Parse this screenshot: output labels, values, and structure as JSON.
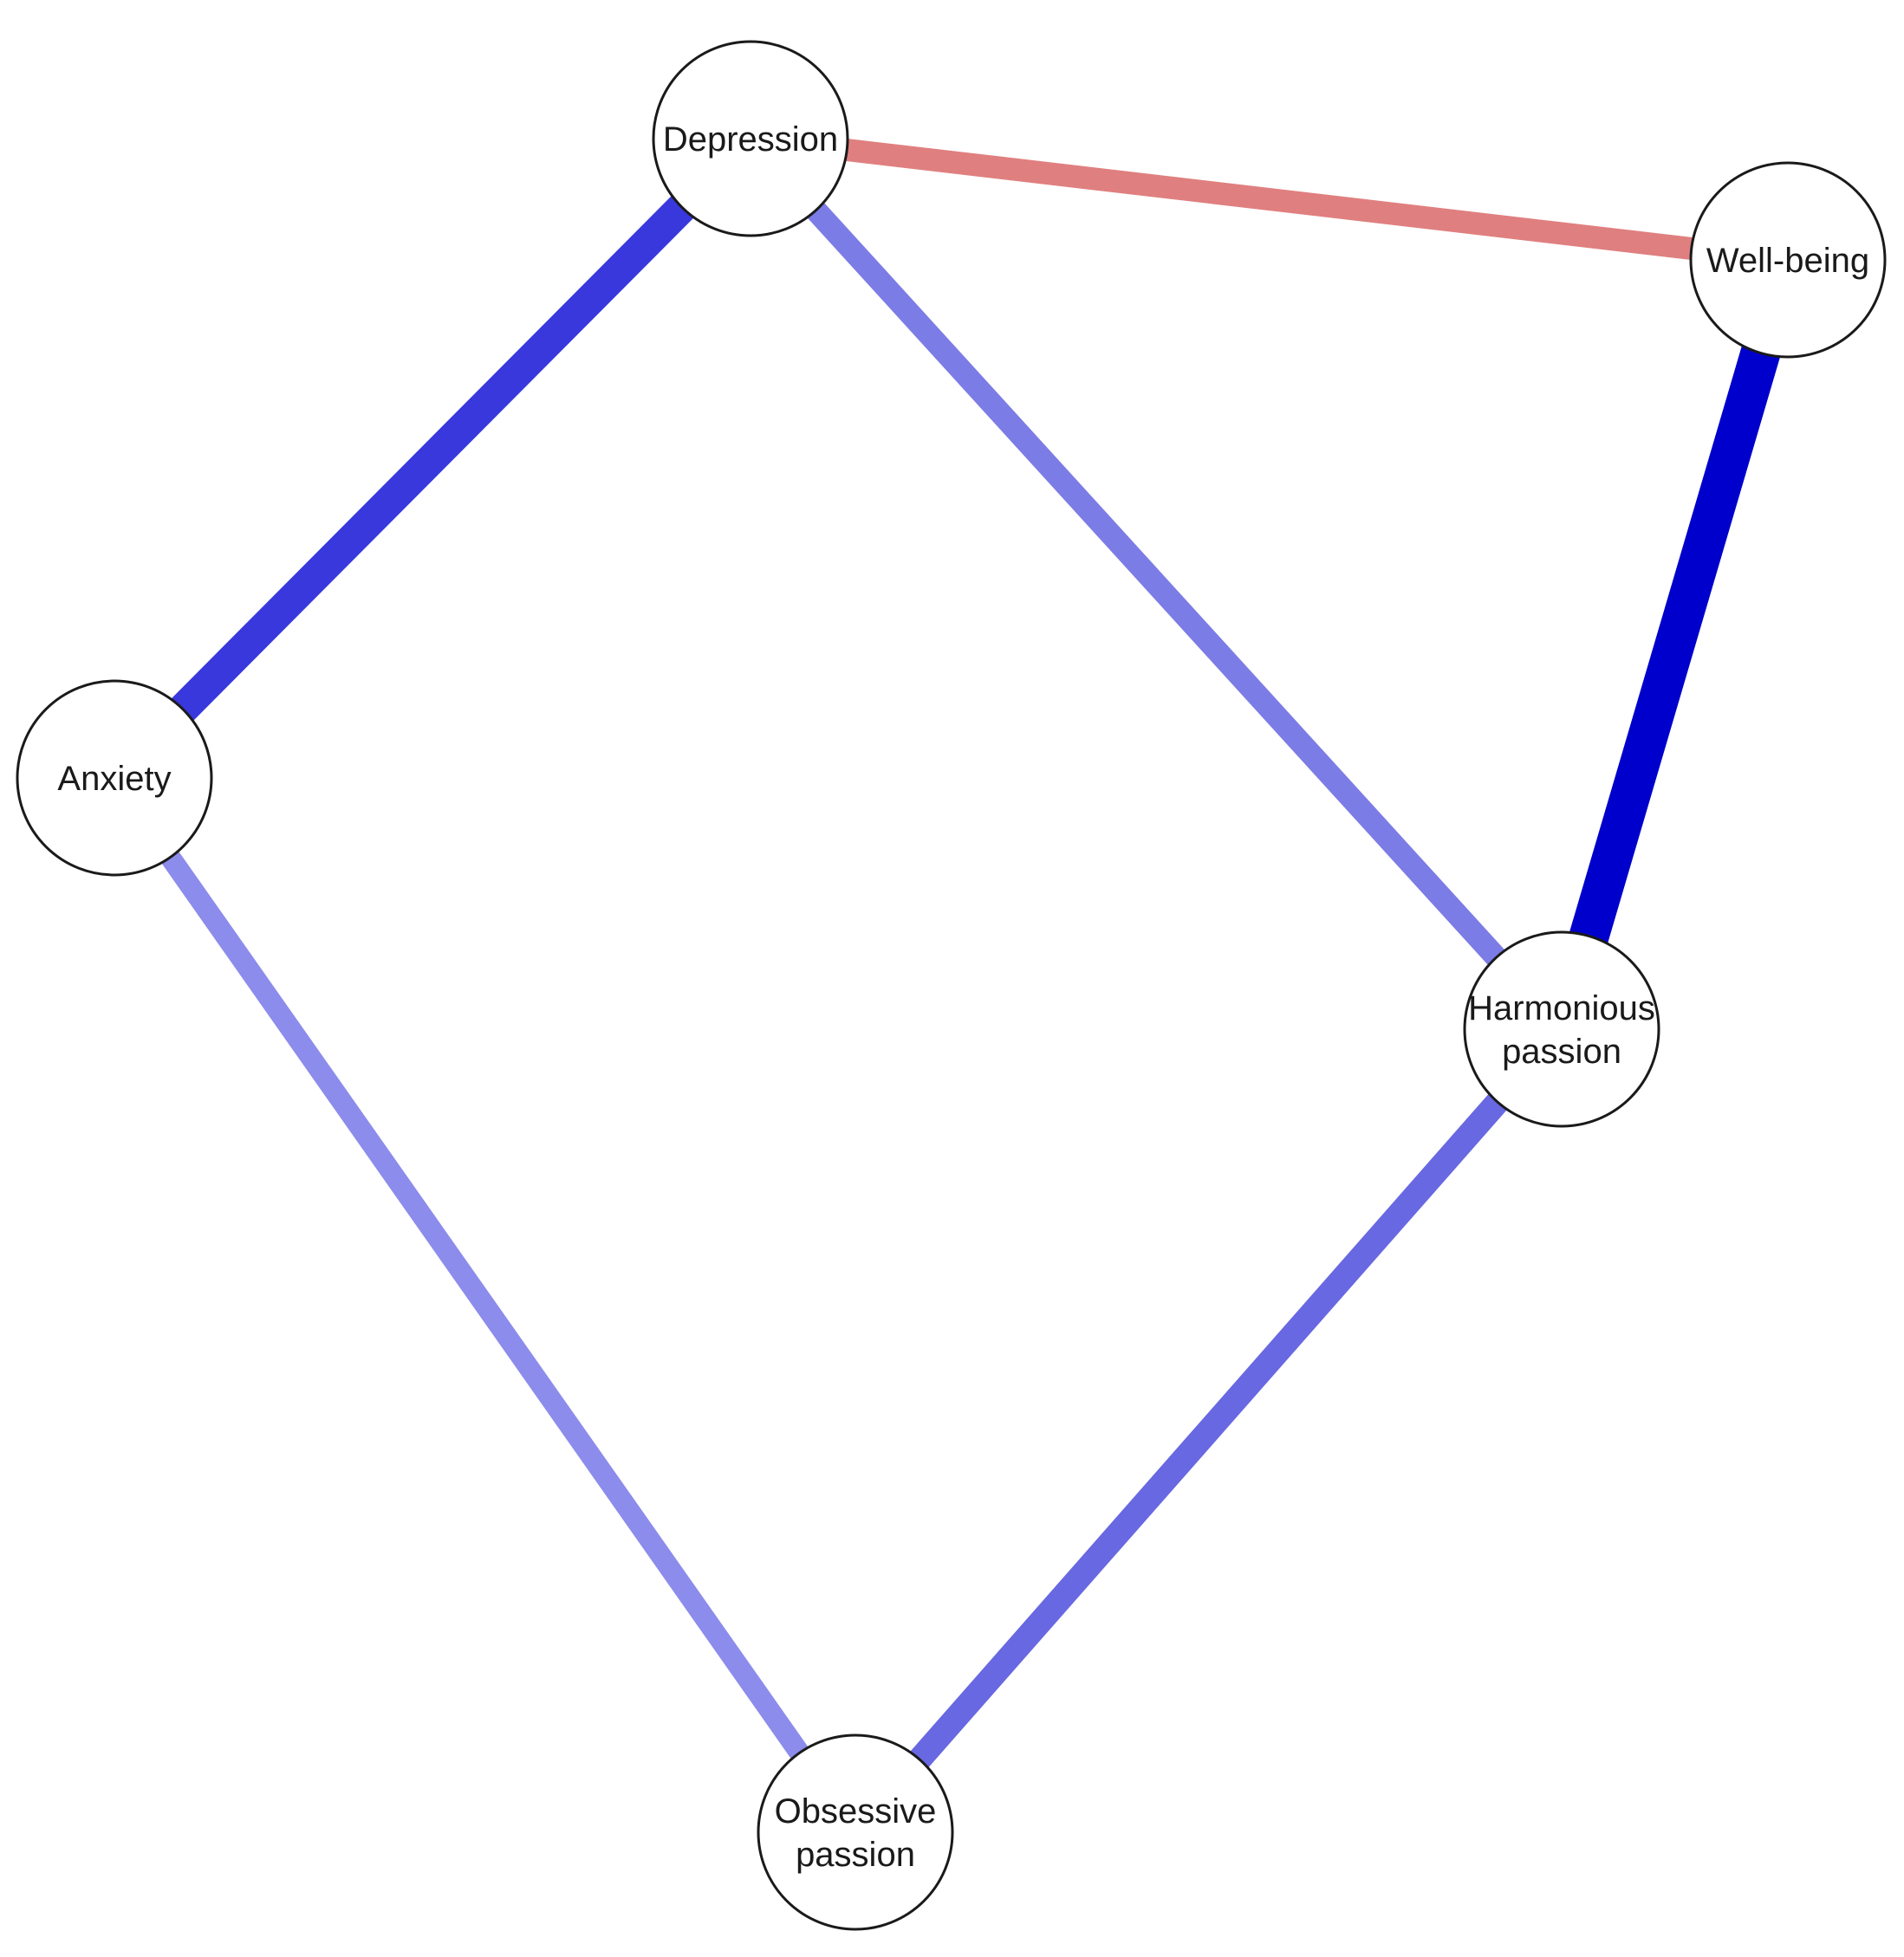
{
  "nodes": [
    {
      "id": "depression",
      "label_lines": [
        "Depression"
      ]
    },
    {
      "id": "well_being",
      "label_lines": [
        "Well-being"
      ]
    },
    {
      "id": "anxiety",
      "label_lines": [
        "Anxiety"
      ]
    },
    {
      "id": "harmonious_passion",
      "label_lines": [
        "Harmonious",
        "passion"
      ]
    },
    {
      "id": "obsessive_passion",
      "label_lines": [
        "Obsessive",
        "passion"
      ]
    }
  ],
  "edges": [
    {
      "from": "depression",
      "to": "well_being",
      "sign": "negative",
      "color": "#e07f7f"
    },
    {
      "from": "depression",
      "to": "anxiety",
      "sign": "positive",
      "color": "#3838dd"
    },
    {
      "from": "depression",
      "to": "harmonious_passion",
      "sign": "positive",
      "color": "#7c7ce6"
    },
    {
      "from": "well_being",
      "to": "harmonious_passion",
      "sign": "positive",
      "color": "#0000cc"
    },
    {
      "from": "anxiety",
      "to": "obsessive_passion",
      "sign": "positive",
      "color": "#8c8cec"
    },
    {
      "from": "harmonious_passion",
      "to": "obsessive_passion",
      "sign": "positive",
      "color": "#6868e2"
    }
  ]
}
